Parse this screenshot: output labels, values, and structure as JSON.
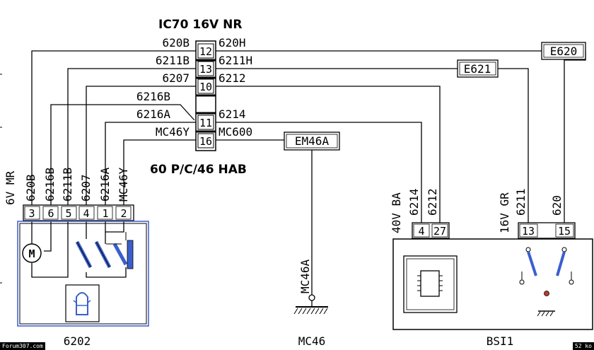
{
  "connector": {
    "title": "IC70  16V NR",
    "subtitle": "60 P/C/46 HAB",
    "rows": [
      {
        "pin": "12",
        "left": "620B",
        "right": "620H"
      },
      {
        "pin": "13",
        "left": "6211B",
        "right": "6211H"
      },
      {
        "pin": "10",
        "left": "6207",
        "right": "6212"
      },
      {
        "pin": "",
        "left": "6216B",
        "right": ""
      },
      {
        "pin": "11",
        "left": "6216A",
        "right": "6214"
      },
      {
        "pin": "16",
        "left": "MC46Y",
        "right": "MC600"
      }
    ]
  },
  "tags": {
    "e620": "E620",
    "e621": "E621",
    "em46a": "EM46A"
  },
  "module_6202": {
    "name": "6202",
    "connector_label": "6V MR",
    "pins": [
      {
        "pin": "3",
        "wire": "620B"
      },
      {
        "pin": "6",
        "wire": "6216B"
      },
      {
        "pin": "5",
        "wire": "6211B"
      },
      {
        "pin": "4",
        "wire": "6207"
      },
      {
        "pin": "1",
        "wire": "6216A"
      },
      {
        "pin": "2",
        "wire": "MC46Y"
      }
    ]
  },
  "ground": {
    "name": "MC46",
    "wire": "MC46A"
  },
  "bsi": {
    "name": "BSI1",
    "left_connector": "40V BA",
    "left_pins": [
      {
        "pin": "4",
        "wire": "6214"
      },
      {
        "pin": "27",
        "wire": "6212"
      }
    ],
    "right_connector": "16V GR",
    "right_pins": [
      {
        "pin": "13",
        "wire": "6211"
      },
      {
        "pin": "15",
        "wire": "620"
      }
    ]
  },
  "footer": {
    "left": "Forum307.com",
    "right": "52 ko"
  }
}
